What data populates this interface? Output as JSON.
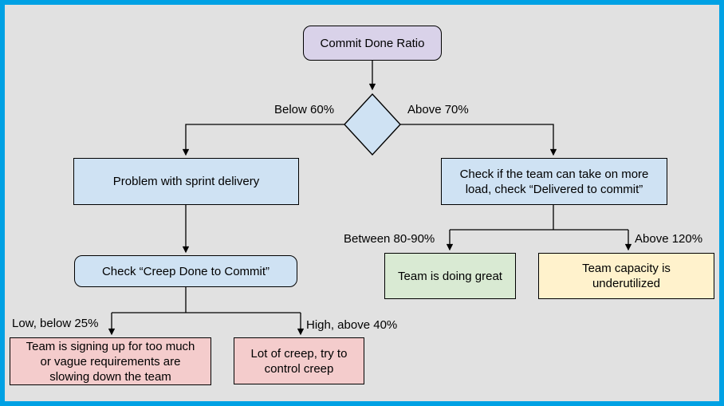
{
  "colors": {
    "frame_border": "#00a1e4",
    "background": "#e1e1e1",
    "node_root": "#d9d2e9",
    "node_process": "#cfe2f3",
    "node_warning": "#f4cccc",
    "node_success": "#d9ead3",
    "node_caution": "#fff2cc",
    "connector": "#000000"
  },
  "nodes": {
    "root": "Commit Done Ratio",
    "problem": "Problem with sprint delivery",
    "check_creep": "Check “Creep Done to Commit”",
    "too_much": "Team is signing up for too much\nor vague requirements are\nslowing down the team",
    "lot_of_creep": "Lot of creep, try to\ncontrol creep",
    "take_more_load": "Check if the team can take on more\nload, check “Delivered to commit”",
    "doing_great": "Team is doing great",
    "underutilized": "Team capacity is\nunderutilized"
  },
  "edge_labels": {
    "below_60": "Below 60%",
    "above_70": "Above 70%",
    "low_below_25": "Low, below 25%",
    "high_above_40": "High, above 40%",
    "between_80_90": "Between 80-90%",
    "above_120": "Above 120%"
  }
}
